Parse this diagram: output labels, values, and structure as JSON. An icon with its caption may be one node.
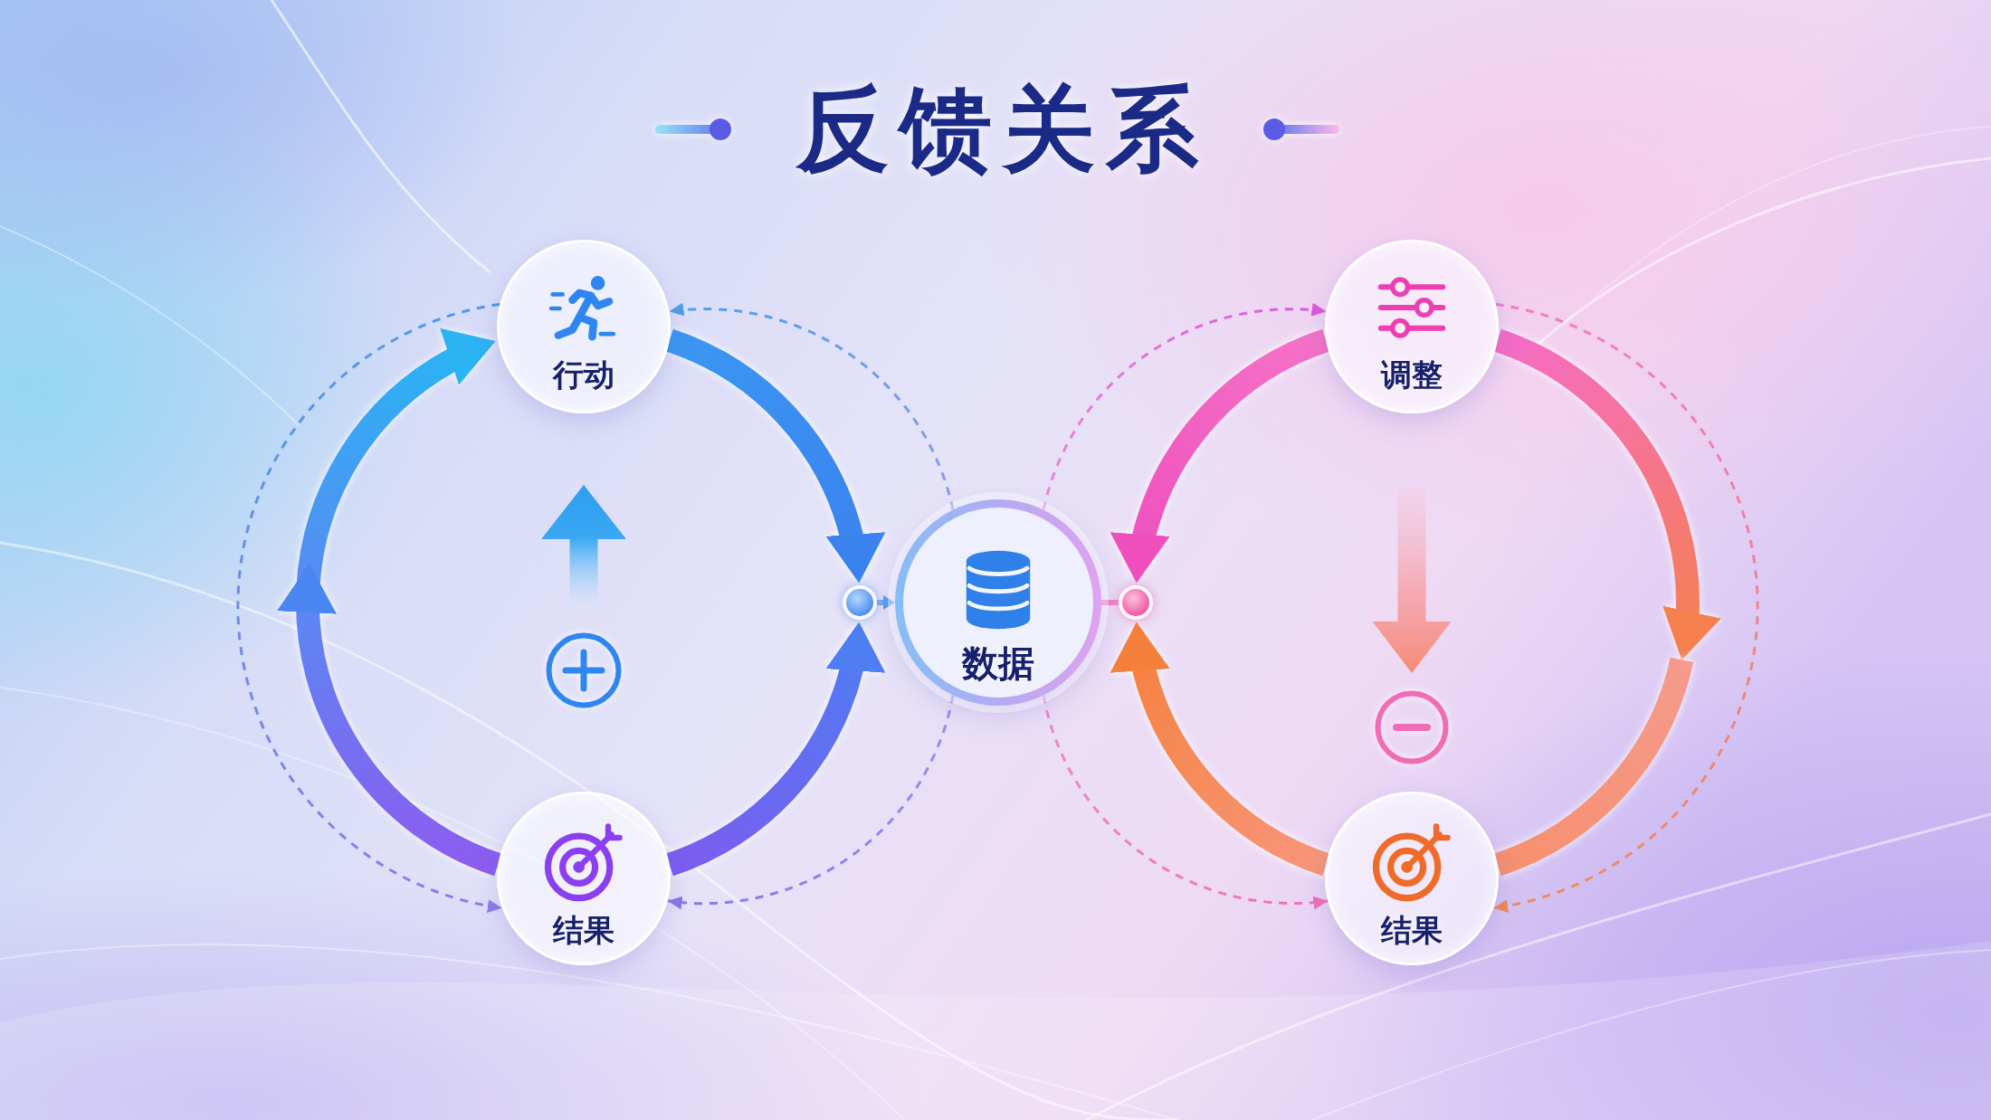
{
  "diagram": {
    "title": "反馈关系",
    "nodes": [
      {
        "text": [
          "行动"
        ]
      },
      {
        "text": [
          "调整"
        ]
      },
      {
        "text": [],
        "shape": "circle"
      },
      {
        "text": [
          "数据"
        ]
      },
      {
        "text": [],
        "shape": "circle"
      },
      {
        "text": [
          "结果"
        ]
      },
      {
        "text": [
          "结果"
        ]
      }
    ],
    "edges": [
      {
        "from": 5,
        "to": 0,
        "arrow": "to",
        "style": "thick",
        "color": "#2ab4f4"
      },
      {
        "from": 0,
        "to": 2,
        "arrow": "to",
        "style": "thick",
        "color": "#3a82ee"
      },
      {
        "from": 5,
        "to": 2,
        "arrow": "to",
        "style": "thick",
        "color": "#4f7df2"
      },
      {
        "from": 2,
        "to": 3,
        "arrow": "to",
        "color": "#5b9cf0"
      },
      {
        "from": 0,
        "to": 5,
        "arrow": "to",
        "style": "dashed",
        "color": "#8c7ee8"
      },
      {
        "from": 3,
        "to": 0,
        "arrow": "to",
        "style": "dashed",
        "color": "#4f9ee8"
      },
      {
        "from": 3,
        "to": 5,
        "arrow": "to",
        "style": "dashed",
        "color": "#8a78e8"
      },
      {
        "from": 1,
        "to": 4,
        "arrow": "to",
        "style": "thick",
        "color": "#ee4fbd"
      },
      {
        "from": 1,
        "to": null,
        "arrow": "to",
        "style": "thick",
        "color": "#f5804e"
      },
      {
        "from": null,
        "to": 6,
        "arrow": "none",
        "style": "thick",
        "color": "#f7906e"
      },
      {
        "from": 6,
        "to": 4,
        "arrow": "to",
        "style": "thick",
        "color": "#f5803c"
      },
      {
        "from": 4,
        "to": 3,
        "arrow": "none",
        "color": "#f06ec4"
      },
      {
        "from": 3,
        "to": 1,
        "arrow": "to",
        "style": "dashed",
        "color": "#dc5ad6"
      },
      {
        "from": 1,
        "to": 6,
        "arrow": "to",
        "style": "dashed",
        "color": "#f08a58"
      },
      {
        "from": 3,
        "to": 6,
        "arrow": "to",
        "style": "dashed",
        "color": "#f06fb8"
      }
    ]
  }
}
